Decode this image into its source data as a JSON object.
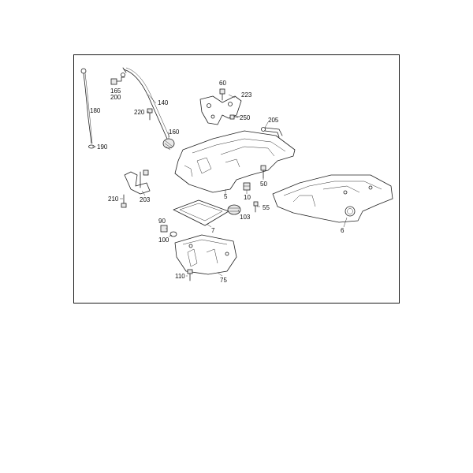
{
  "diagram": {
    "border_color": "#1a1a1a",
    "callouts": [
      {
        "id": "180",
        "text": "180"
      },
      {
        "id": "190",
        "text": "190"
      },
      {
        "id": "165",
        "text": "165"
      },
      {
        "id": "200",
        "text": "200"
      },
      {
        "id": "140",
        "text": "140"
      },
      {
        "id": "220",
        "text": "220"
      },
      {
        "id": "160",
        "text": "160"
      },
      {
        "id": "60",
        "text": "60"
      },
      {
        "id": "223",
        "text": "223"
      },
      {
        "id": "250",
        "text": "250"
      },
      {
        "id": "205",
        "text": "205"
      },
      {
        "id": "210",
        "text": "210"
      },
      {
        "id": "203",
        "text": "203"
      },
      {
        "id": "5",
        "text": "5"
      },
      {
        "id": "10",
        "text": "10"
      },
      {
        "id": "50",
        "text": "50"
      },
      {
        "id": "103",
        "text": "103"
      },
      {
        "id": "55",
        "text": "55"
      },
      {
        "id": "6",
        "text": "6"
      },
      {
        "id": "90",
        "text": "90"
      },
      {
        "id": "100",
        "text": "100"
      },
      {
        "id": "7",
        "text": "7"
      },
      {
        "id": "110",
        "text": "110"
      },
      {
        "id": "75",
        "text": "75"
      }
    ]
  }
}
